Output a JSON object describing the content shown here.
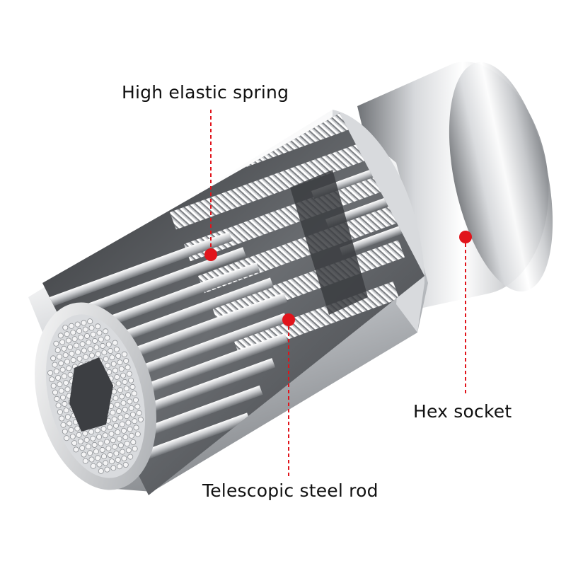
{
  "labels": {
    "spring": "High elastic spring",
    "rod": "Telescopic steel rod",
    "hex": "Hex socket"
  },
  "colors": {
    "marker": "#e1141b",
    "text": "#111111",
    "steel_light": "#f2f2f2",
    "steel_mid": "#b9bcc0",
    "steel_dark": "#55585c"
  }
}
